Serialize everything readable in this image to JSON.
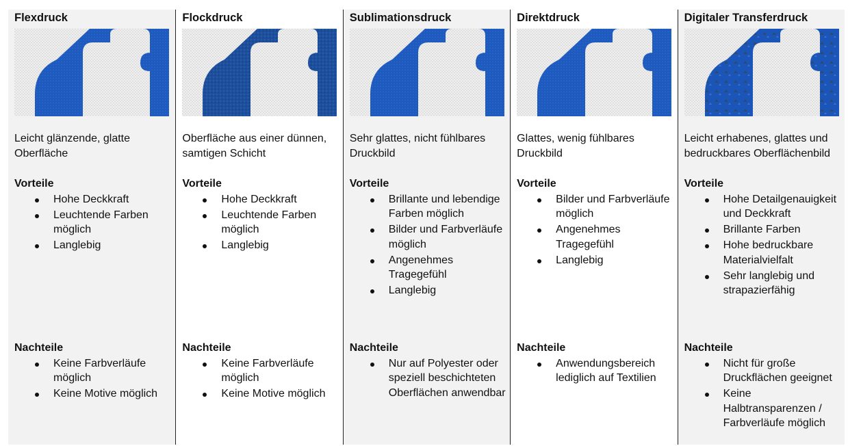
{
  "colors": {
    "accent_blue": "#1f5bbf",
    "cell_shade": "#f2f2f2",
    "separator": "#222222"
  },
  "labels": {
    "pros": "Vorteile",
    "cons": "Nachteile"
  },
  "columns": [
    {
      "title": "Flexdruck",
      "description": "Leicht glänzende, glatte Oberfläche",
      "pros": [
        "Hohe Deckkraft",
        "Leuchtende Farben möglich",
        "Langlebig"
      ],
      "cons": [
        "Keine Farbverläufe möglich",
        "Keine Motive möglich"
      ]
    },
    {
      "title": "Flockdruck",
      "description": "Oberfläche aus einer dünnen, samtigen Schicht",
      "pros": [
        "Hohe Deckkraft",
        "Leuchtende Farben möglich",
        "Langlebig"
      ],
      "cons": [
        "Keine Farbverläufe möglich",
        "Keine Motive möglich"
      ]
    },
    {
      "title": "Sublimationsdruck",
      "description": "Sehr glattes, nicht fühlbares Druckbild",
      "pros": [
        "Brillante und lebendige Farben möglich",
        "Bilder und Farbverläufe möglich",
        "Angenehmes Tragegefühl",
        "Langlebig"
      ],
      "cons": [
        "Nur auf Polyester oder speziell beschichteten Oberflächen anwendbar"
      ]
    },
    {
      "title": "Direktdruck",
      "description": "Glattes, wenig fühlbares Druckbild",
      "pros": [
        "Bilder und Farbverläufe möglich",
        "Angenehmes Tragegefühl",
        "Langlebig"
      ],
      "cons": [
        "Anwendungsbereich lediglich auf Textilien"
      ]
    },
    {
      "title": "Digitaler Transferdruck",
      "description": "Leicht erhabenes, glattes und bedruckbares Oberflächenbild",
      "pros": [
        "Hohe Detailgenauigkeit und Deckkraft",
        "Brillante Farben",
        "Hohe bedruckbare Materialvielfalt",
        "Sehr langlebig und strapazierfähig"
      ],
      "cons": [
        "Nicht für große Druckflächen geeignet",
        "Keine Halbtransparenzen / Farbverläufe möglich"
      ]
    }
  ]
}
